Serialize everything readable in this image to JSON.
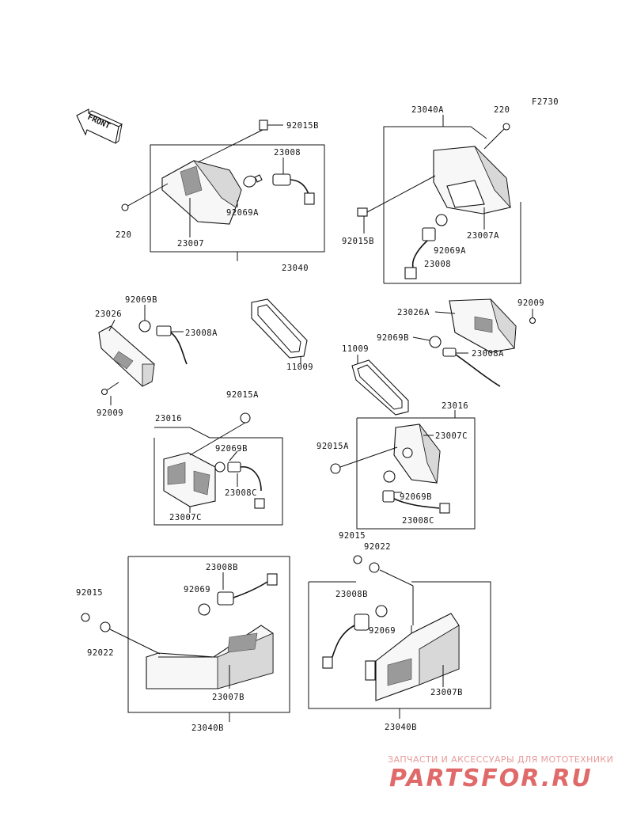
{
  "figure_code": "F2730",
  "front_label": "FRONT",
  "watermark": {
    "subtitle": "ЗАПЧАСТИ И АКСЕССУАРЫ ДЛЯ МОТОТЕХНИКИ",
    "brand": "PARTSFOR.RU"
  },
  "labels": {
    "a_92015B": "92015B",
    "a_23008": "23008",
    "a_92069A": "92069A",
    "a_220": "220",
    "a_23007": "23007",
    "a_23040": "23040",
    "b_23040A": "23040A",
    "b_220": "220",
    "b_92015B": "92015B",
    "b_23007A": "23007A",
    "b_92069A": "92069A",
    "b_23008": "23008",
    "c_92069B": "92069B",
    "c_23026": "23026",
    "c_23008A": "23008A",
    "c_92009": "92009",
    "d_11009": "11009",
    "e_23026A": "23026A",
    "e_92009": "92009",
    "e_92069B": "92069B",
    "e_23008A": "23008A",
    "f_11009": "11009",
    "g_92015A": "92015A",
    "g_23016": "23016",
    "g_92069B": "92069B",
    "g_23008C": "23008C",
    "g_23007C": "23007C",
    "h_23016": "23016",
    "h_23007C": "23007C",
    "h_92015A": "92015A",
    "h_92069B": "92069B",
    "h_23008C": "23008C",
    "i_23008B": "23008B",
    "i_92069": "92069",
    "i_92015": "92015",
    "i_92022": "92022",
    "i_23007B": "23007B",
    "i_23040B": "23040B",
    "j_92015": "92015",
    "j_92022": "92022",
    "j_23008B": "23008B",
    "j_92069": "92069",
    "j_23007B": "23007B",
    "j_23040B": "23040B"
  }
}
